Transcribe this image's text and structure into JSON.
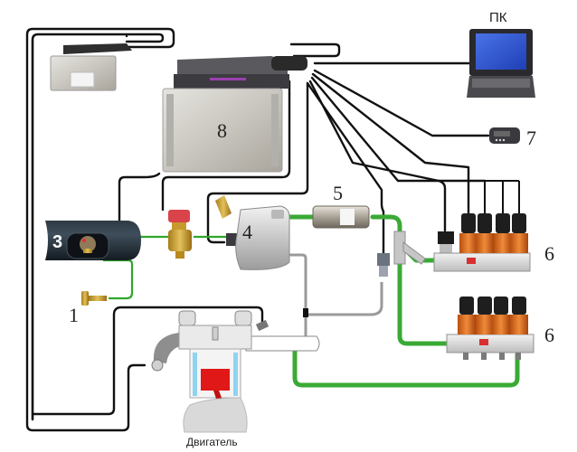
{
  "diagram": {
    "type": "LPG injection system wiring / piping schematic",
    "labels": {
      "pc": "ПК",
      "engine": "Двигатель",
      "fill_valve": "1",
      "tank": "3",
      "reducer": "4",
      "gas_filter": "5",
      "injector_rail_top": "6",
      "injector_rail_bottom": "6",
      "switch": "7",
      "gas_ecu": "8"
    },
    "components": [
      {
        "id": "1",
        "name": "Fill valve"
      },
      {
        "id": "3",
        "name": "Gas tank with multivalve"
      },
      {
        "id": "4",
        "name": "Reducer / vaporizer"
      },
      {
        "id": "5",
        "name": "Gas filter"
      },
      {
        "id": "6",
        "name": "Injector rail (x2)"
      },
      {
        "id": "7",
        "name": "Fuel switch / indicator"
      },
      {
        "id": "8",
        "name": "Gas ECU"
      },
      {
        "id": "ПК",
        "name": "Laptop (PC)"
      },
      {
        "id": "petrol-ecu",
        "name": "Petrol ECU"
      },
      {
        "id": "engine",
        "name": "Двигатель"
      }
    ],
    "colors": {
      "wire": "#111111",
      "gas_hose": "#3aaa35",
      "vacuum_hose": "#9a9a9a",
      "solenoid_cap": "#d9434a",
      "brass": "#c9a23a",
      "injector_coil": "#d8691e",
      "piston": "#e01818",
      "coolant": "#8fd3f0"
    }
  }
}
